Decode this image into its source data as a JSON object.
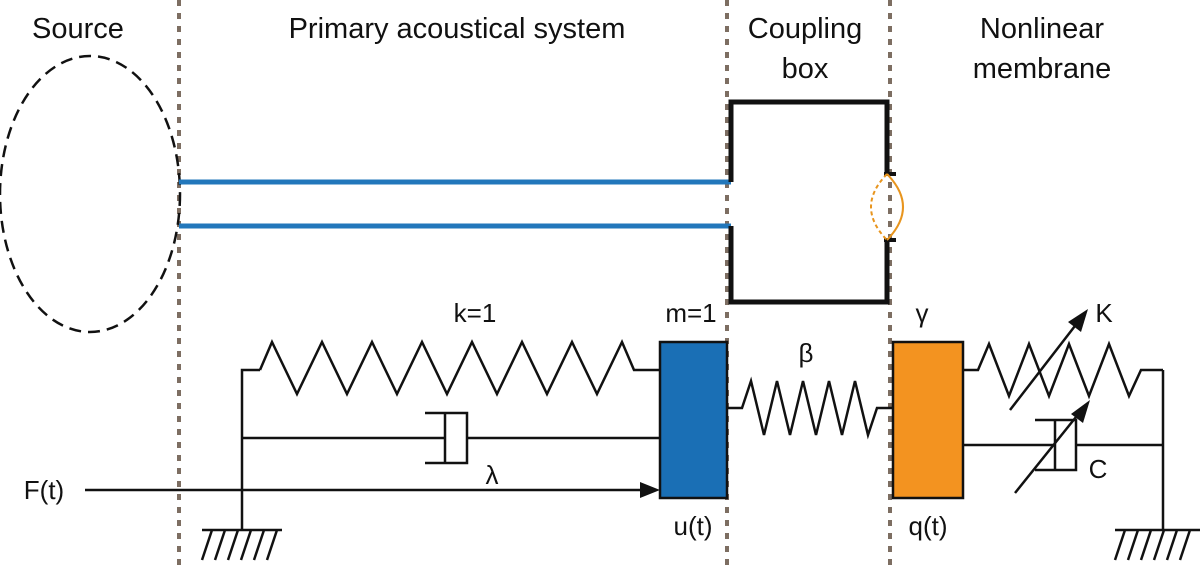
{
  "sections": {
    "source": "Source",
    "primary": "Primary acoustical system",
    "coupling_line1": "Coupling",
    "coupling_line2": "box",
    "nonlinear_line1": "Nonlinear",
    "nonlinear_line2": "membrane"
  },
  "labels": {
    "spring_k": "k=1",
    "mass_m": "m=1",
    "damper_lambda": "λ",
    "force": "F(t)",
    "displacement_u": "u(t)",
    "coupling_beta": "β",
    "membrane_gamma": "γ",
    "membrane_stiffness": "K",
    "membrane_damping": "C",
    "displacement_q": "q(t)"
  },
  "colors": {
    "tube": "#2277bb",
    "mass_primary": "#1a6fb5",
    "mass_membrane": "#f39320",
    "membrane_curve": "#e8951e",
    "divider": "#7d6e62",
    "stroke": "#111111"
  }
}
